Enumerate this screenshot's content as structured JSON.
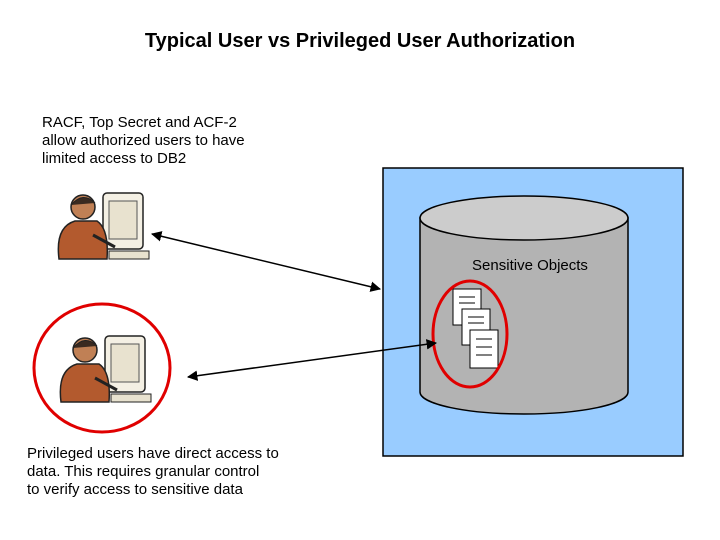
{
  "title": "Typical User vs Privileged User Authorization",
  "notes": {
    "typical": "RACF, Top Secret and ACF-2\nallow authorized users to have\nlimited access to DB2",
    "privileged": "Privileged users have direct access to\ndata.  This requires granular control\nto verify access to sensitive data"
  },
  "database": {
    "label": "Sensitive Objects"
  },
  "colors": {
    "panel": "#99ccff",
    "cylinder": "#b3b3b3",
    "cylinder_top": "#cccccc",
    "highlight": "#e00000"
  },
  "icons": [
    "user-at-computer-icon",
    "document-stack-icon"
  ]
}
